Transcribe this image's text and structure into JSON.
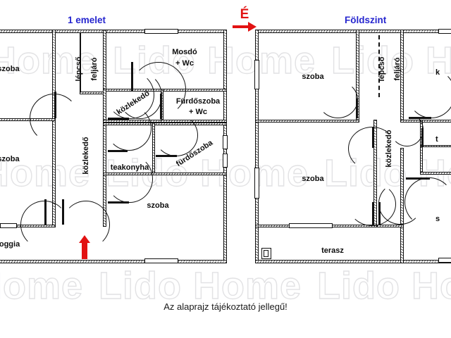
{
  "document": {
    "type": "floor-plan",
    "language": "hu",
    "disclaimer": "Az alaprajz tájékoztató jellegű!",
    "watermark_text": "Lido Home",
    "watermark_color": "#e2e2e4",
    "title_color": "#2626cf",
    "accent_color": "#e21212",
    "line_color": "#111111",
    "background_color": "#ffffff"
  },
  "north_marker": {
    "letter": "É",
    "meaning": "Észak",
    "arrow_direction": "right",
    "color": "#e21212"
  },
  "entry_marker": {
    "direction": "up",
    "color": "#e21212"
  },
  "plans": [
    {
      "id": "first-floor",
      "title": "1 emelet",
      "rooms": [
        {
          "name": "szoba",
          "clipped": true
        },
        {
          "name": "szoba",
          "clipped": true
        },
        {
          "name": "loggia",
          "clipped": true
        },
        {
          "name": "lépcső",
          "orientation": "vertical"
        },
        {
          "name": "feljáró",
          "orientation": "vertical"
        },
        {
          "name": "közlekedő",
          "orientation": "vertical"
        },
        {
          "name": "közlekedő",
          "orientation": "diagonal"
        },
        {
          "name": "közlekedő",
          "orientation": "diagonal"
        },
        {
          "name": "Mosdó + Wc",
          "line1": "Mosdó",
          "line2": "+ Wc"
        },
        {
          "name": "Fürdőszoba + Wc",
          "line1": "Fürdőszoba",
          "line2": "+ Wc"
        },
        {
          "name": "teakonyha"
        },
        {
          "name": "fürdőszoba",
          "orientation": "diagonal"
        },
        {
          "name": "szoba"
        }
      ]
    },
    {
      "id": "ground-floor",
      "title": "Földszint",
      "rooms": [
        {
          "name": "szoba"
        },
        {
          "name": "szoba"
        },
        {
          "name": "terasz"
        },
        {
          "name": "lépcső",
          "orientation": "vertical"
        },
        {
          "name": "feljáró",
          "orientation": "vertical"
        },
        {
          "name": "közlekedő",
          "orientation": "vertical"
        },
        {
          "name": "közlekedő",
          "orientation": "vertical"
        },
        {
          "name": "k",
          "clipped": true
        },
        {
          "name": "t",
          "clipped": true
        },
        {
          "name": "s",
          "clipped": true
        }
      ]
    }
  ],
  "labels": {
    "first_floor_title": "1 emelet",
    "ground_floor_title": "Földszint",
    "szoba": "szoba",
    "loggia": "loggia",
    "lepcso": "lépcső",
    "feljaro": "feljáró",
    "kozlekedo": "közlekedő",
    "mosdo": "Mosdó",
    "mosdo_wc": "+ Wc",
    "furdoszoba_cap": "Fürdőszoba",
    "furdoszoba_wc": "+ Wc",
    "teakonyha": "teakonyha",
    "furdoszoba": "fürdőszoba",
    "terasz": "terasz",
    "clip_k": "k",
    "clip_t": "t",
    "clip_s": "s",
    "disclaimer": "Az alaprajz tájékoztató jellegű!",
    "north": "É",
    "watermark": "Lido Home"
  }
}
